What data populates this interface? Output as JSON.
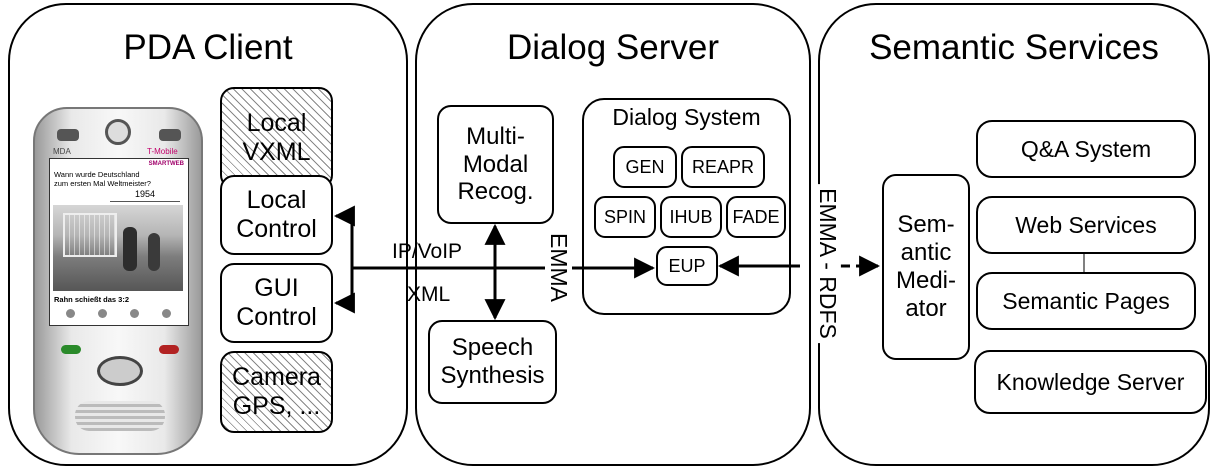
{
  "panels": {
    "pda_client": {
      "title": "PDA Client"
    },
    "dialog_server": {
      "title": "Dialog Server"
    },
    "semantic_services": {
      "title": "Semantic Services"
    }
  },
  "pda": {
    "brand_left": "MDA",
    "brand_right": "T-Mobile",
    "header": "SMARTWEB",
    "question_line1": "Wann wurde Deutschland",
    "question_line2": "zum ersten Mal Weltmeister?",
    "answer": "1954",
    "caption": "Rahn schießt das 3:2"
  },
  "client_boxes": {
    "local_vxml": [
      "Local",
      "VXML"
    ],
    "local_control": [
      "Local",
      "Control"
    ],
    "gui_control": [
      "GUI",
      "Control"
    ],
    "camera_gps": [
      "Camera",
      "GPS, ..."
    ]
  },
  "connection": {
    "ip_voip": "IP/VoIP",
    "xml": "XML",
    "emma": "EMMA"
  },
  "server_boxes": {
    "multimodal": [
      "Multi-",
      "Modal",
      "Recog."
    ],
    "speech_synthesis": [
      "Speech",
      "Synthesis"
    ],
    "dialog_system_title": "Dialog System",
    "gen": "GEN",
    "reapr": "REAPR",
    "spin": "SPIN",
    "ihub": "IHUB",
    "fade": "FADE",
    "eup": "EUP"
  },
  "emma_rdfs": "EMMA - RDFS",
  "mediator": [
    "Sem-",
    "antic",
    "Medi-",
    "ator"
  ],
  "services": {
    "qa": "Q&A System",
    "web": "Web Services",
    "pages": "Semantic Pages",
    "knowledge": "Knowledge Server"
  }
}
